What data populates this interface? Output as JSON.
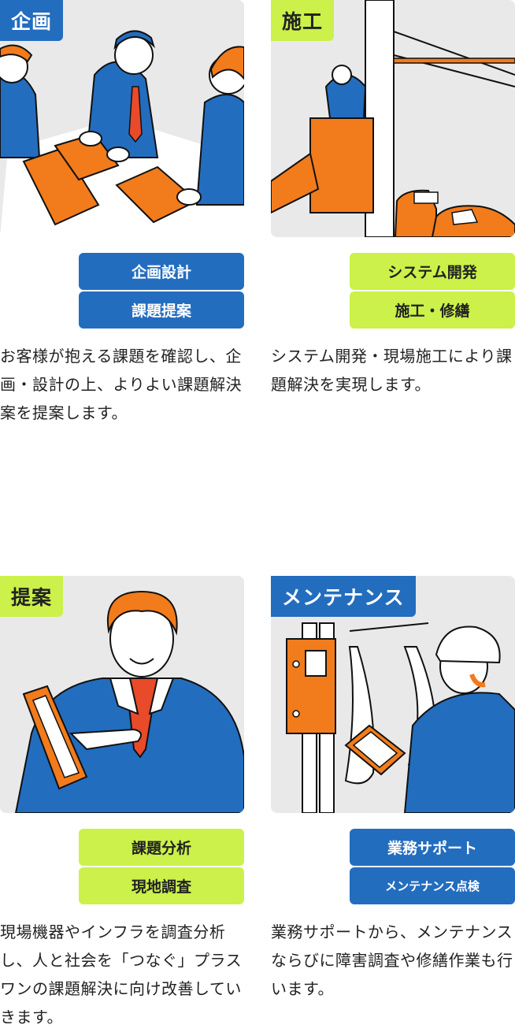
{
  "cards": [
    {
      "title": "企画",
      "tags": [
        "企画設計",
        "課題提案"
      ],
      "description": "お客様が抱える課題を確認し、企画・設計の上、よりよい課題解決案を提案します。",
      "illustration_icon": "meeting-illustration"
    },
    {
      "title": "施工",
      "tags": [
        "システム開発",
        "施工・修繕"
      ],
      "description": "システム開発・現場施工により課題解決を実現します。",
      "illustration_icon": "construction-illustration"
    },
    {
      "title": "提案",
      "tags": [
        "課題分析",
        "現地調査"
      ],
      "description": "現場機器やインフラを調査分析し、人と社会を「つなぐ」プラスワンの課題解決に向け改善していきます。",
      "illustration_icon": "proposal-illustration"
    },
    {
      "title": "メンテナンス",
      "tags": [
        "業務サポート",
        "メンテナンス点検"
      ],
      "description": "業務サポートから、メンテナンスならびに障害調査や修繕作業も行います。",
      "illustration_icon": "maintenance-illustration"
    }
  ],
  "colors": {
    "blue": "#236dbf",
    "lime": "#cbf14a",
    "orange": "#f27b1b",
    "background": "#e9e9e9"
  }
}
